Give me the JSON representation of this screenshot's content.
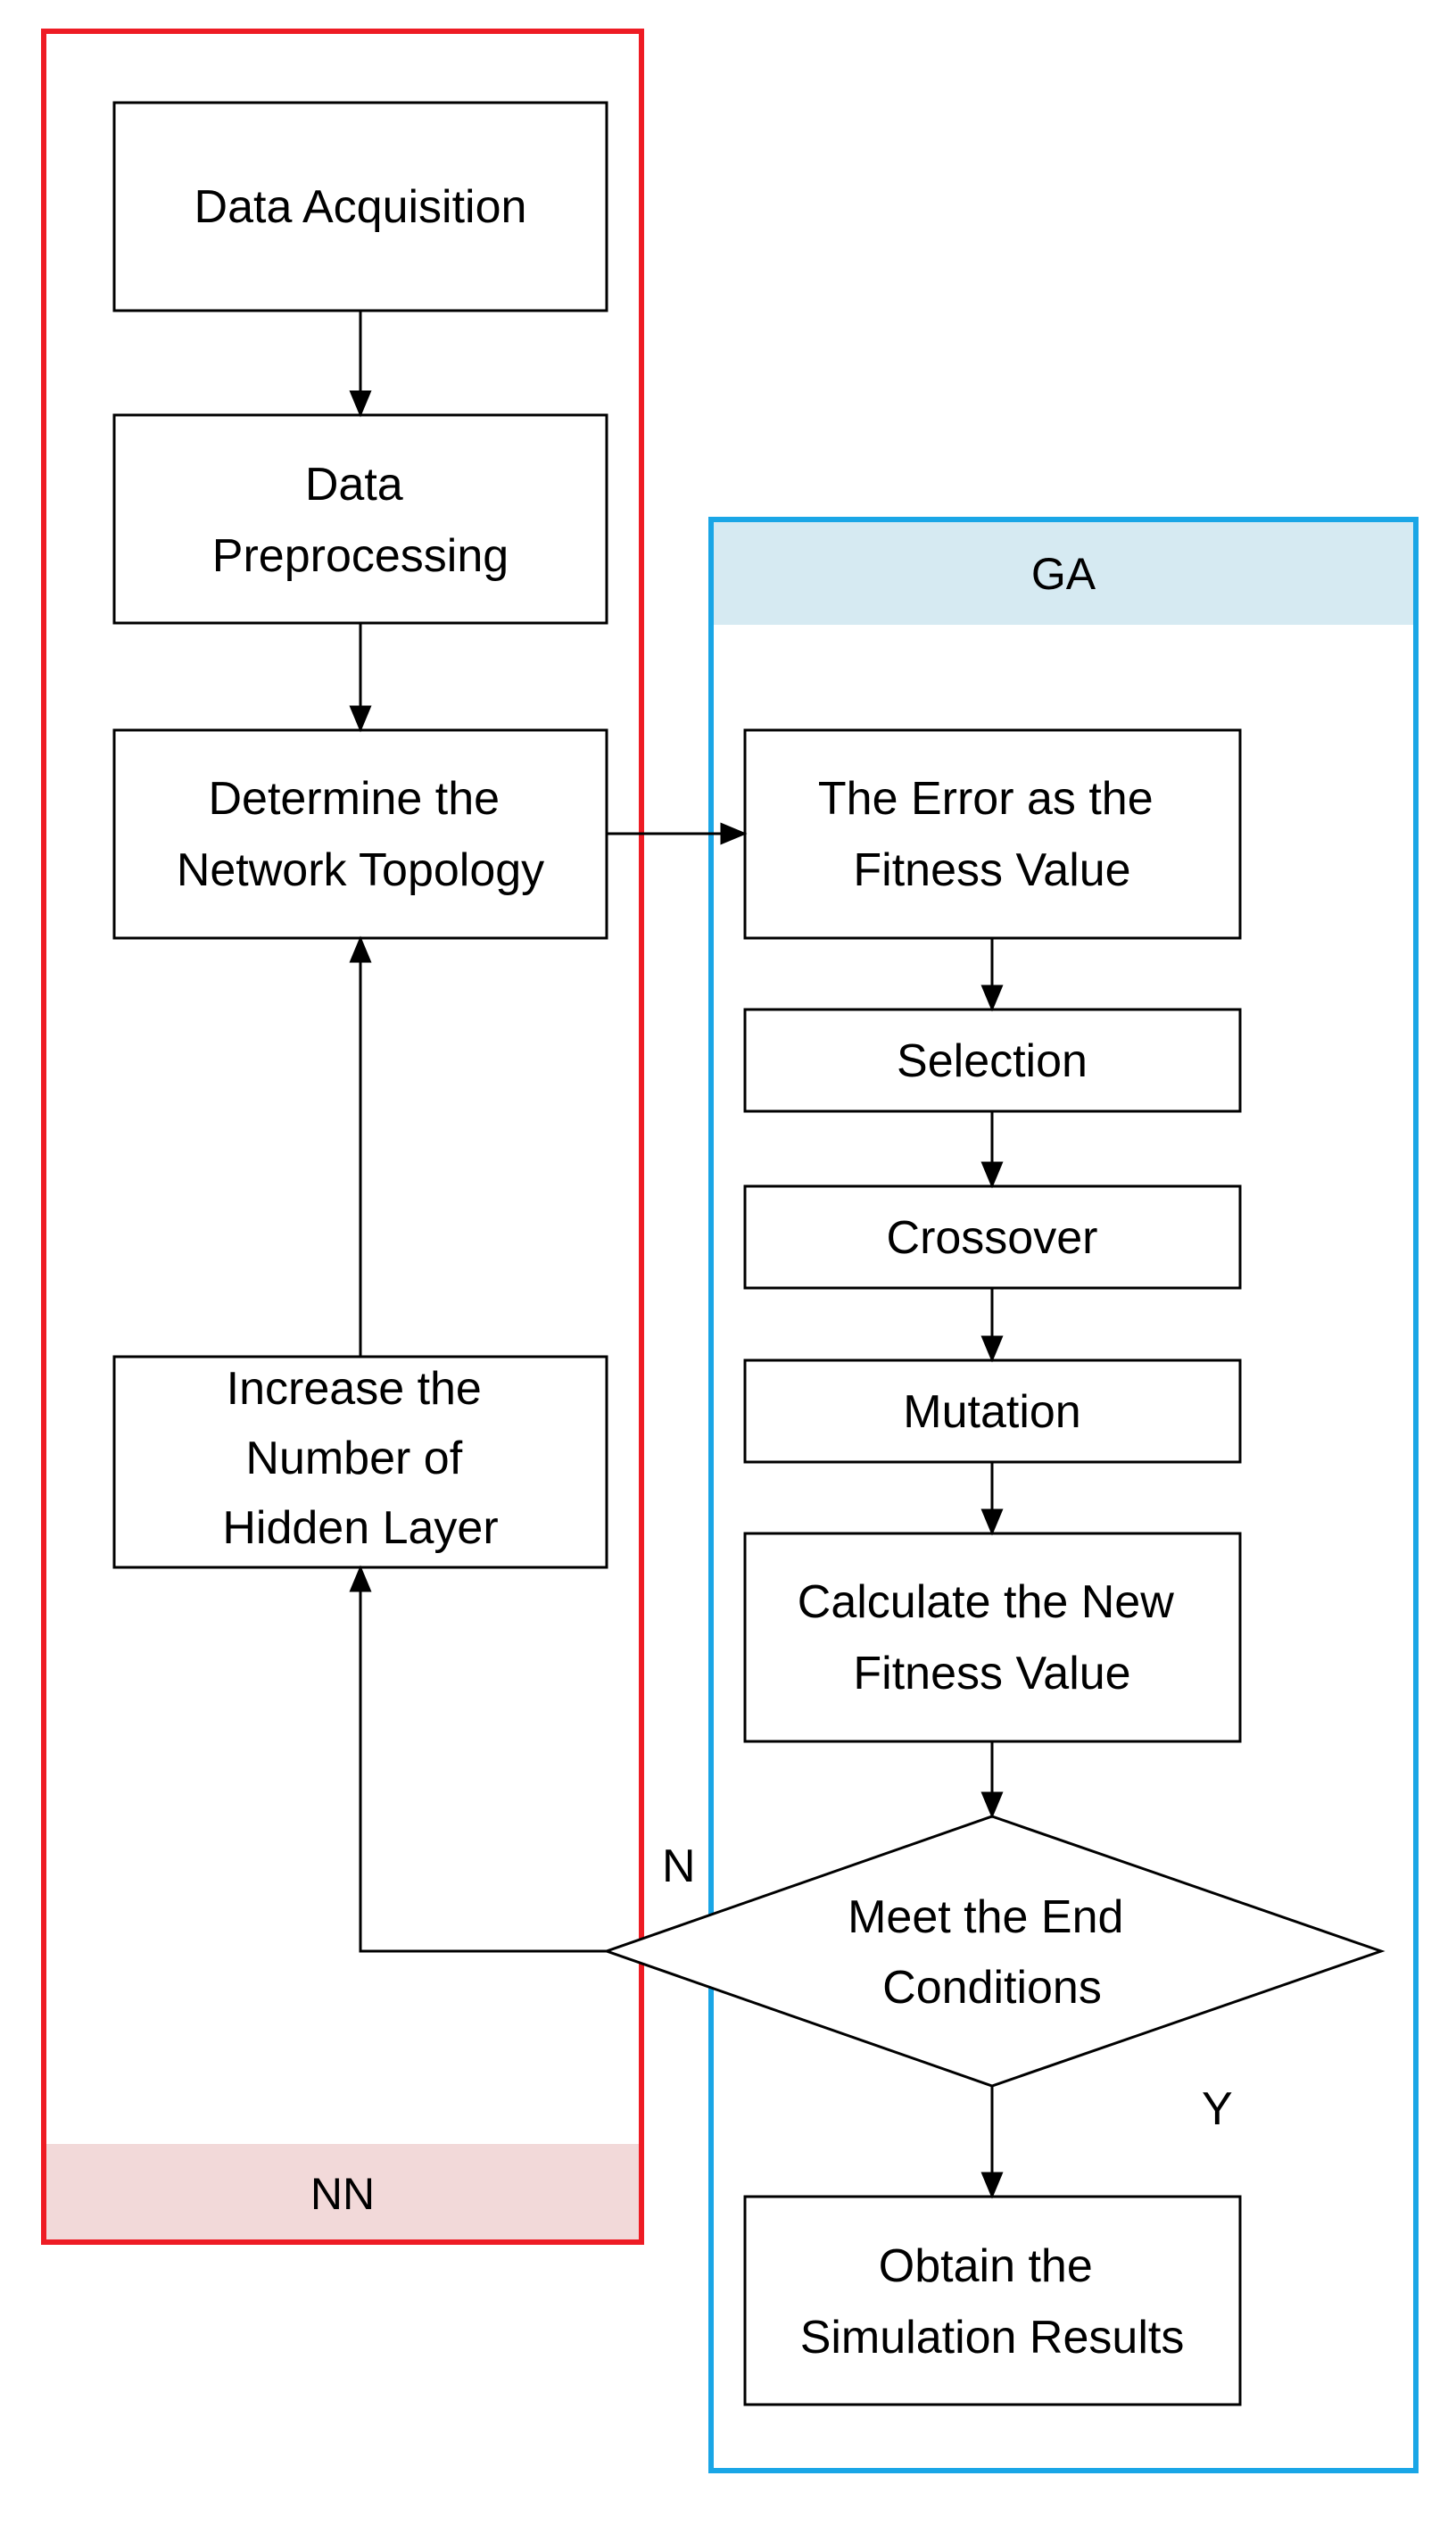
{
  "regions": {
    "nn": {
      "label": "NN",
      "border_color": "#ee1c24",
      "band_color": "#f2d9d9"
    },
    "ga": {
      "label": "GA",
      "border_color": "#1aa6e6",
      "band_color": "#d6eaf2"
    }
  },
  "nodes": {
    "data_acquisition": [
      "Data Acquisition"
    ],
    "data_preprocessing": [
      "Data",
      "Preprocessing"
    ],
    "network_topology": [
      "Determine the",
      "Network Topology"
    ],
    "hidden_layer": [
      "Increase the",
      "Number of",
      "Hidden Layer"
    ],
    "fitness": [
      "The Error as the",
      "Fitness Value"
    ],
    "selection": [
      "Selection"
    ],
    "crossover": [
      "Crossover"
    ],
    "mutation": [
      "Mutation"
    ],
    "new_fitness": [
      "Calculate the New",
      "Fitness Value"
    ],
    "end_conditions": [
      "Meet the End",
      "Conditions"
    ],
    "results": [
      "Obtain the",
      "Simulation Results"
    ]
  },
  "branch_labels": {
    "no": "N",
    "yes": "Y"
  }
}
